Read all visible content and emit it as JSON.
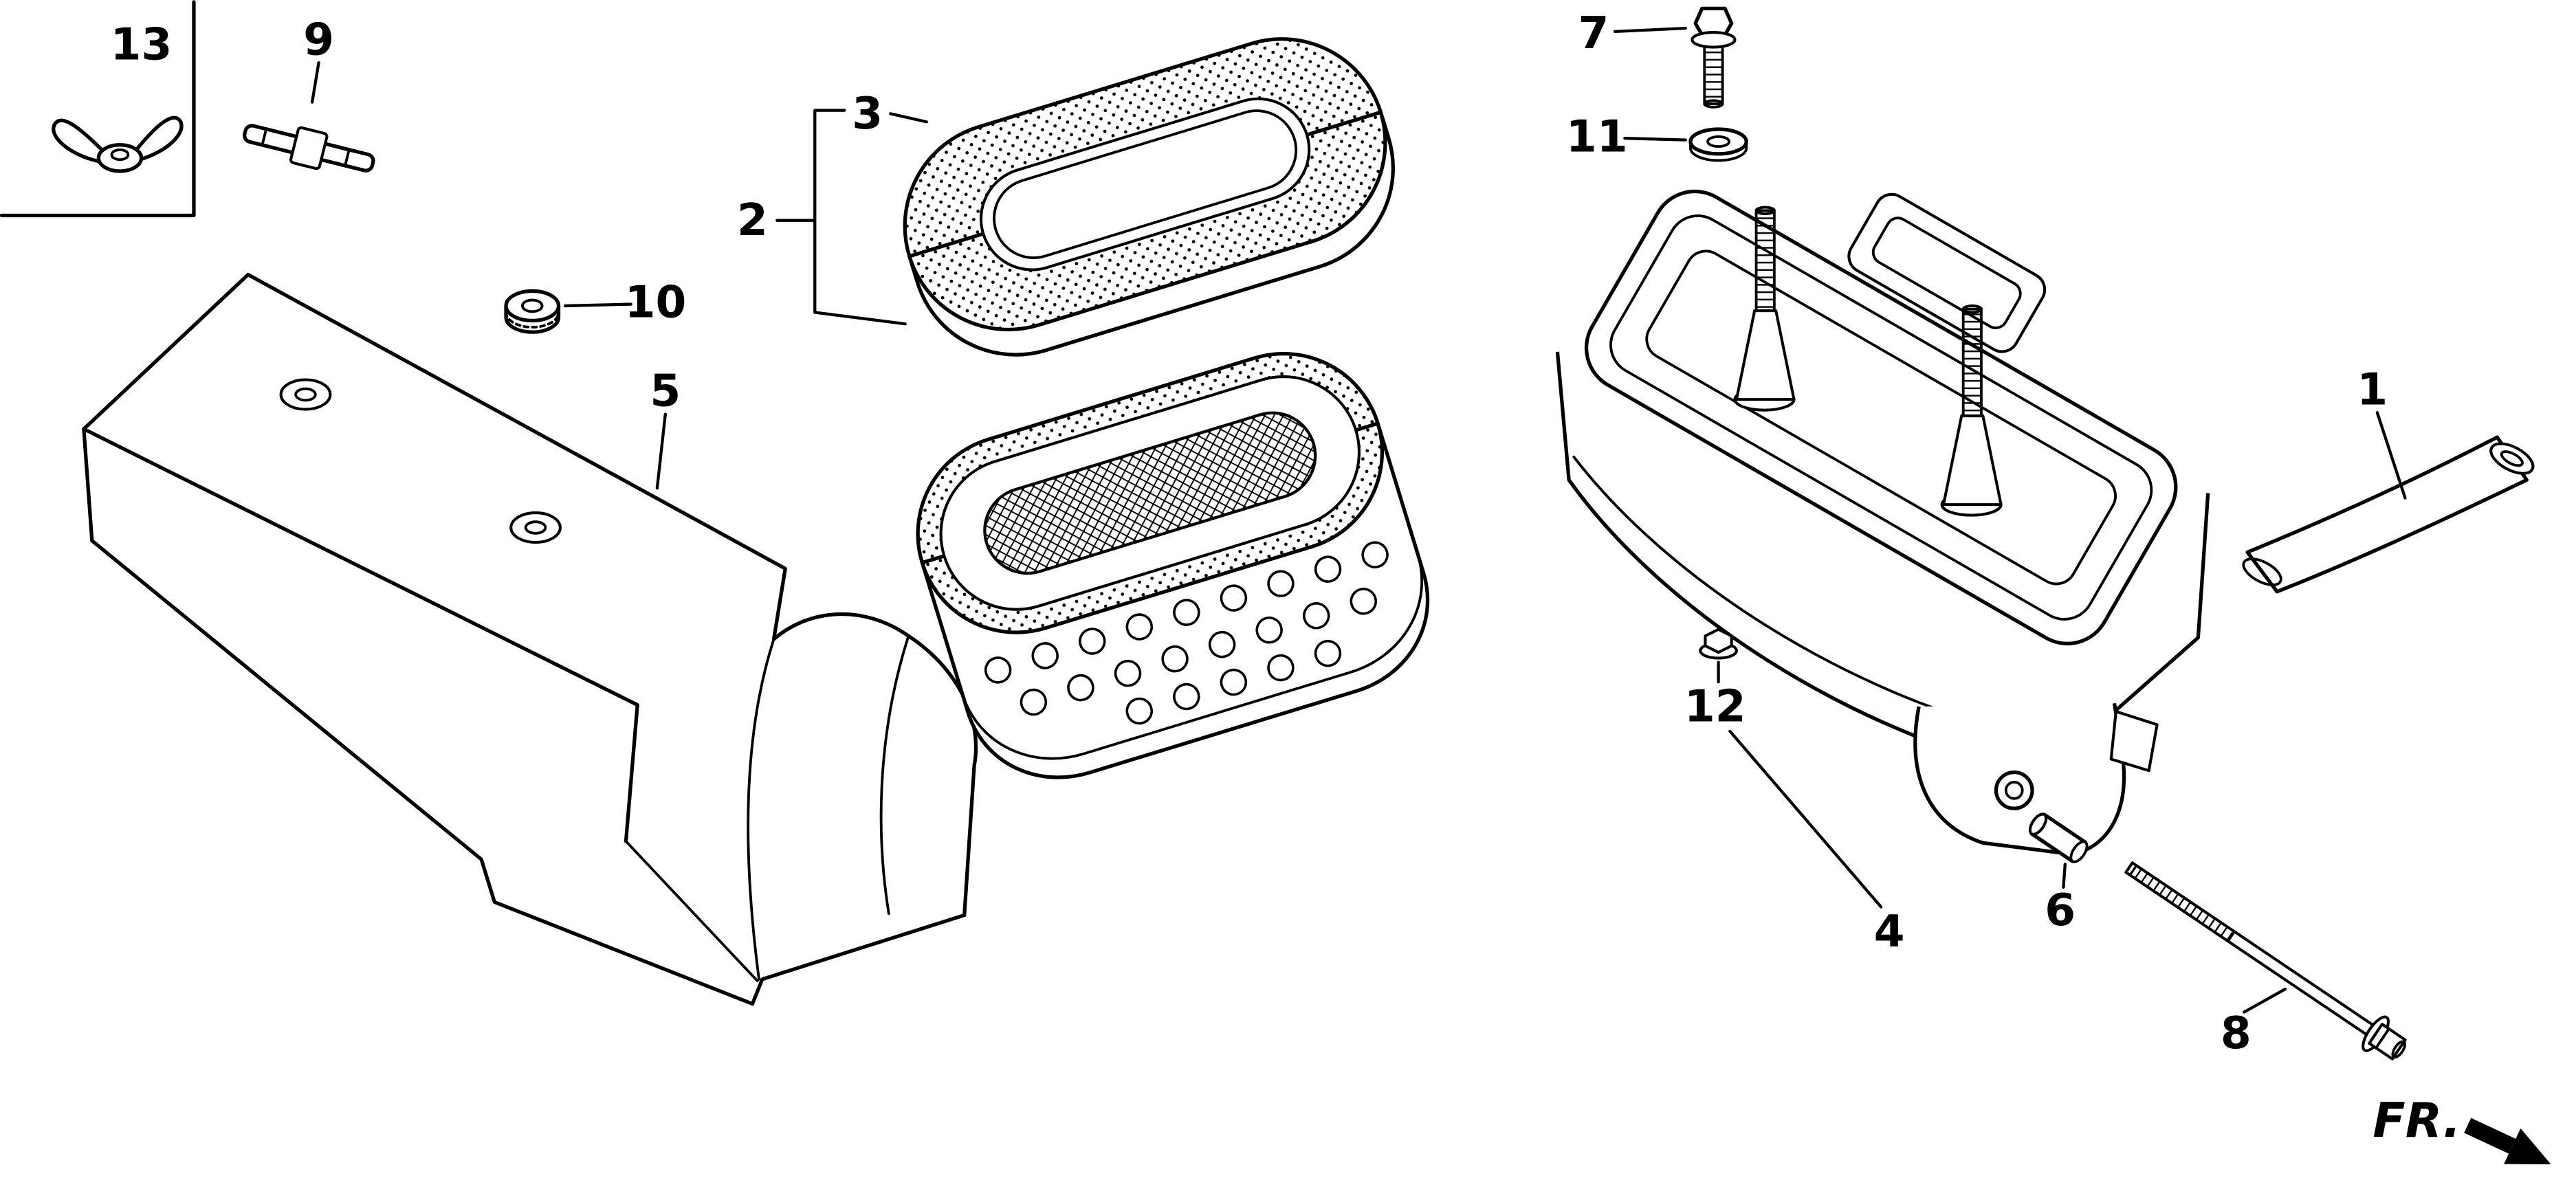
{
  "diagram": {
    "background_color": "#ffffff",
    "line_color": "#000000",
    "direction_indicator": "FR.",
    "callouts": [
      {
        "label": "1"
      },
      {
        "label": "2"
      },
      {
        "label": "3"
      },
      {
        "label": "4"
      },
      {
        "label": "5"
      },
      {
        "label": "6"
      },
      {
        "label": "7"
      },
      {
        "label": "8"
      },
      {
        "label": "9"
      },
      {
        "label": "10"
      },
      {
        "label": "11"
      },
      {
        "label": "12"
      },
      {
        "label": "13"
      }
    ]
  }
}
